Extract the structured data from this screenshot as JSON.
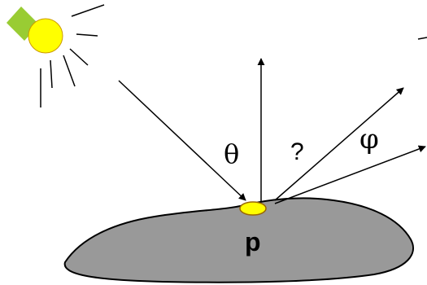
{
  "labels": {
    "theta": "θ",
    "question": "?",
    "phi": "φ",
    "point": "p"
  },
  "colors": {
    "surface": "#999999",
    "sun": "#FFFF00",
    "sun_handle": "#99CC33",
    "point_marker": "#FFFF00",
    "ink": "#000000"
  },
  "icons": [
    "sun-icon"
  ]
}
